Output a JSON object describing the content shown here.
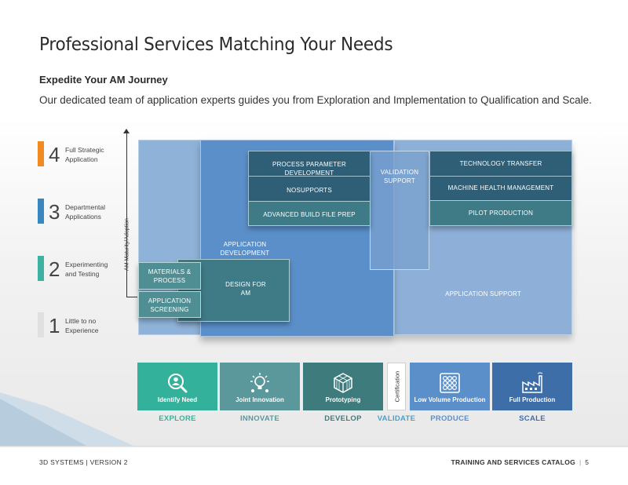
{
  "header": {
    "title": "Professional Services Matching Your Needs",
    "subtitle": "Expedite Your AM Journey",
    "lead": "Our dedicated team of application experts guides you from Exploration and Implementation to Qualification and Scale."
  },
  "levels": [
    {
      "number": "4",
      "label": "Full Strategic Application",
      "color": "#f28a22"
    },
    {
      "number": "3",
      "label": "Departmental Applications",
      "color": "#3a86bf"
    },
    {
      "number": "2",
      "label": "Experimenting and Testing",
      "color": "#3fb1a1"
    },
    {
      "number": "1",
      "label": "Little to no Experience",
      "color": "#e0e0e0"
    }
  ],
  "axis_label": "AM Maturity/Adoption",
  "chart": {
    "process_parameter": "PROCESS PARAMETER DEVELOPMENT",
    "nosupports": "NOSUPPORTS",
    "advanced_build": "ADVANCED BUILD FILE PREP",
    "validation_support": "VALIDATION SUPPORT",
    "technology_transfer": "TECHNOLOGY TRANSFER",
    "machine_health": "MACHINE HEALTH MANAGEMENT",
    "pilot_production": "PILOT PRODUCTION",
    "application_development": "APPLICATION DEVELOPMENT",
    "application_support": "APPLICATION SUPPORT",
    "materials_process": "MATERIALS & PROCESS",
    "application_screening": "APPLICATION SCREENING",
    "design_for_am": "DESIGN FOR AM"
  },
  "tiles": [
    {
      "label": "Identify Need",
      "icon": "magnifier-person-icon",
      "color": "#33b19a"
    },
    {
      "label": "Joint Innovation",
      "icon": "lightbulb-icon",
      "color": "#5b989b"
    },
    {
      "label": "Prototyping",
      "icon": "cube-lattice-icon",
      "color": "#3e7b7d"
    },
    {
      "label": "Low Volume Production",
      "icon": "grid-dots-icon",
      "color": "#5b8fc9"
    },
    {
      "label": "Full Production",
      "icon": "factory-icon",
      "color": "#3e6ea7"
    }
  ],
  "certification": "Certification",
  "stages": [
    {
      "label": "EXPLORE",
      "color": "#33b19a"
    },
    {
      "label": "INNOVATE",
      "color": "#5b989b"
    },
    {
      "label": "DEVELOP",
      "color": "#3e7b7d"
    },
    {
      "label": "VALIDATE",
      "color": "#4e9ec9"
    },
    {
      "label": "PRODUCE",
      "color": "#5b8fc9"
    },
    {
      "label": "SCALE",
      "color": "#3e6ea7"
    }
  ],
  "footer": {
    "left": "3D SYSTEMS | VERSION 2",
    "catalog": "TRAINING AND SERVICES CATALOG",
    "separator": "|",
    "page": "5"
  }
}
